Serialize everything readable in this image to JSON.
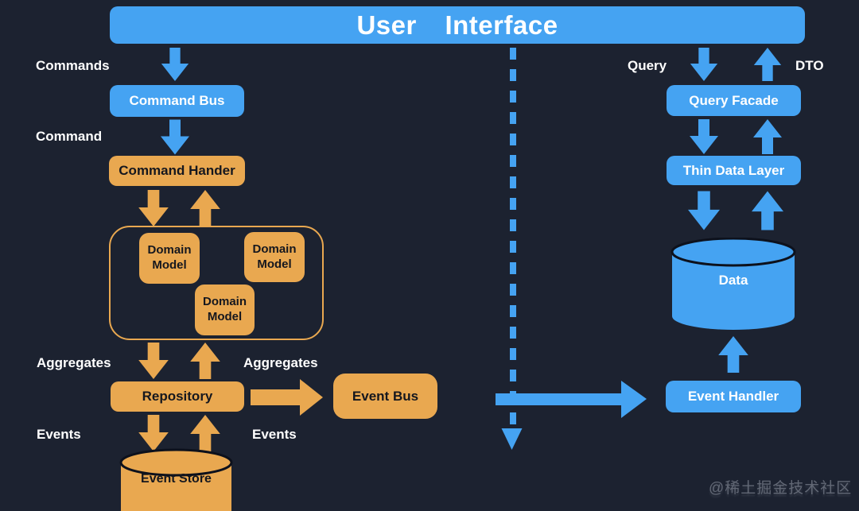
{
  "theme": {
    "background": "#1c2230",
    "blue": "#45a3f2",
    "orange": "#e9a850",
    "dark_text": "#15171e",
    "light_text": "#ffffff",
    "watermark": "#9aa0ad"
  },
  "banner": {
    "title": "User Interface"
  },
  "command_side": {
    "commands_label": "Commands",
    "command_label": "Command",
    "command_bus": "Command Bus",
    "command_handler": "Command Hander",
    "domain_models": [
      "Domain Model",
      "Domain Model",
      "Domain Model"
    ],
    "aggregates_label_left": "Aggregates",
    "aggregates_label_right": "Aggregates",
    "repository": "Repository",
    "events_label_left": "Events",
    "events_label_right": "Events",
    "event_store": "Event Store",
    "event_bus": "Event Bus"
  },
  "query_side": {
    "query_label": "Query",
    "dto_label": "DTO",
    "query_facade": "Query Facade",
    "thin_data_layer": "Thin Data Layer",
    "data_store": "Data",
    "event_handler": "Event Handler"
  },
  "watermark": {
    "text": "@稀土掘金技术社区"
  }
}
